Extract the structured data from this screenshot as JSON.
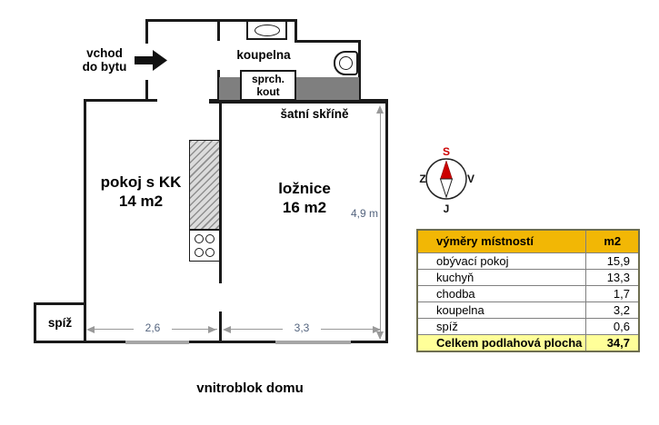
{
  "plan": {
    "entrance": {
      "line1": "vchod",
      "line2": "do bytu"
    },
    "rooms": {
      "living": {
        "name": "pokoj s KK",
        "area": "14 m2"
      },
      "bedroom": {
        "name": "ložnice",
        "area": "16 m2"
      },
      "bathroom": {
        "name": "koupelna"
      },
      "shower": {
        "line1": "sprch.",
        "line2": "kout"
      },
      "wardrobe": {
        "name": "šatní skříně"
      },
      "pantry": {
        "name": "spíž"
      }
    },
    "dimensions": {
      "width_left": "2,6",
      "width_right": "3,3",
      "height": "4,9 m"
    },
    "caption": "vnitroblok domu"
  },
  "compass": {
    "north": "S",
    "south": "J",
    "east": "V",
    "west": "Z"
  },
  "table": {
    "header": {
      "name": "výměry místností",
      "unit": "m2"
    },
    "rows": [
      {
        "name": "obývací pokoj",
        "value": "15,9"
      },
      {
        "name": "kuchyň",
        "value": "13,3"
      },
      {
        "name": "chodba",
        "value": "1,7"
      },
      {
        "name": "koupelna",
        "value": "3,2"
      },
      {
        "name": "spíž",
        "value": "0,6"
      }
    ],
    "footer": {
      "name": "Celkem podlahová plocha",
      "value": "34,7"
    }
  },
  "colors": {
    "table_header_bg": "#F2B705",
    "table_footer_bg": "#FFFF99",
    "table_border": "#808080",
    "compass_north": "#cc0000",
    "dimension_text": "#55657f",
    "wardrobe_band": "#7f7f7f",
    "wall": "#1a1a1a"
  }
}
